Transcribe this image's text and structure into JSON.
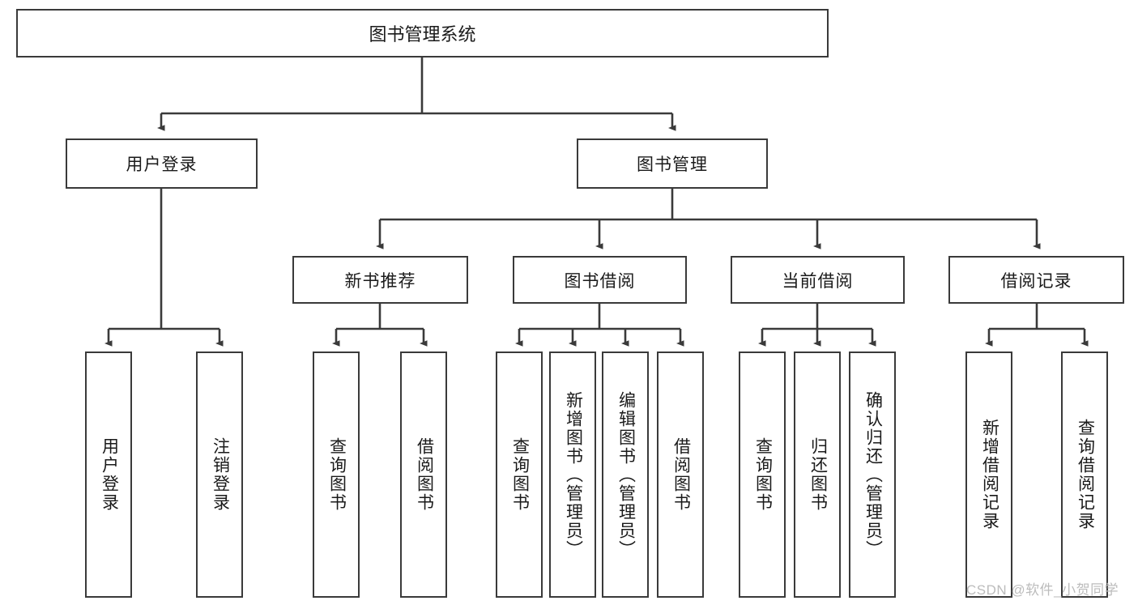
{
  "diagram": {
    "title": "图书管理系统",
    "type": "hierarchy-tree",
    "watermark": "CSDN @软件_小贺同学",
    "style": {
      "stroke": "#3a3a3a",
      "fill": "#ffffff",
      "text": "#1a1a1a",
      "watermark_color": "#bcbcbc"
    },
    "levels": {
      "root": {
        "label": "图书管理系统"
      },
      "level2": [
        {
          "label": "用户登录"
        },
        {
          "label": "图书管理"
        }
      ],
      "level3": [
        {
          "label": "新书推荐"
        },
        {
          "label": "图书借阅"
        },
        {
          "label": "当前借阅"
        },
        {
          "label": "借阅记录"
        }
      ],
      "leaves": {
        "user_login": [
          {
            "label": "用户登录"
          },
          {
            "label": "注销登录"
          }
        ],
        "new_book": [
          {
            "label": "查询图书"
          },
          {
            "label": "借阅图书"
          }
        ],
        "book_borrow": [
          {
            "label": "查询图书"
          },
          {
            "label": "新增图书（管理员）"
          },
          {
            "label": "编辑图书（管理员）"
          },
          {
            "label": "借阅图书"
          }
        ],
        "current_borrow": [
          {
            "label": "查询图书"
          },
          {
            "label": "归还图书"
          },
          {
            "label": "确认归还（管理员）"
          }
        ],
        "borrow_record": [
          {
            "label": "新增借阅记录"
          },
          {
            "label": "查询借阅记录"
          }
        ]
      }
    }
  }
}
